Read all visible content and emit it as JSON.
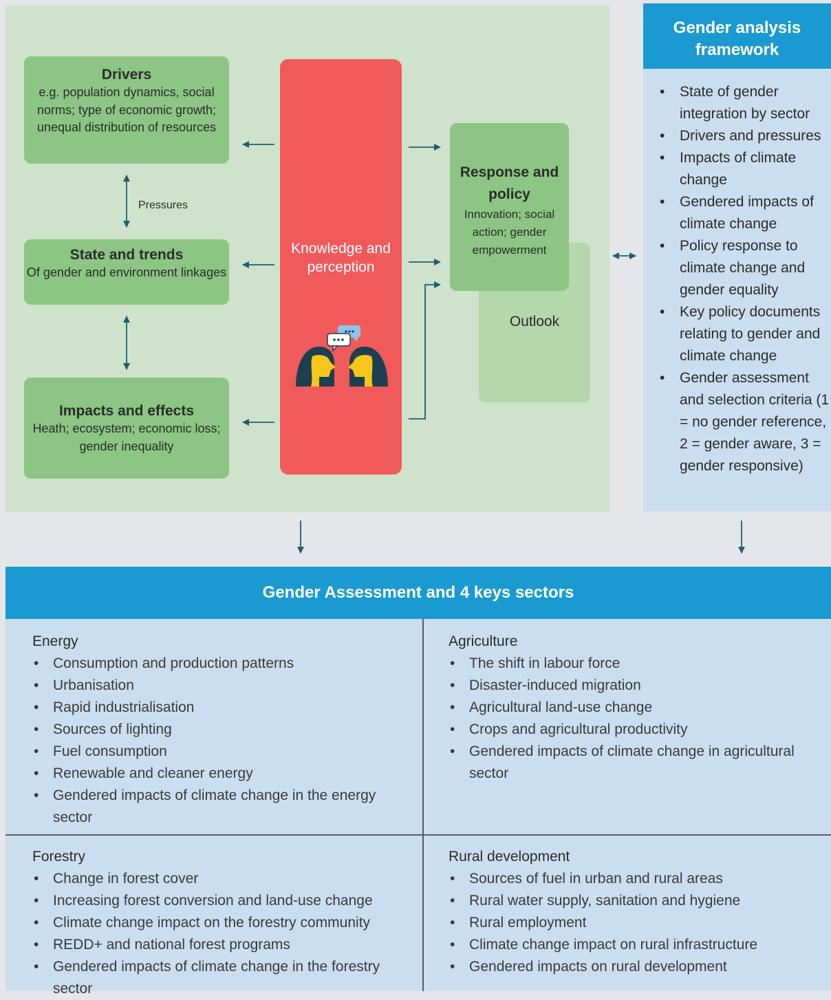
{
  "diagram": {
    "drivers": {
      "title": "Drivers",
      "desc": "e.g. population dynamics, social norms; type of economic growth; unequal distribution of resources"
    },
    "pressures_label": "Pressures",
    "state": {
      "title": "State and trends",
      "desc": "Of gender and environment linkages"
    },
    "impacts": {
      "title": "Impacts and effects",
      "desc": "Heath; ecosystem; economic loss; gender inequality"
    },
    "knowledge": {
      "label": "Knowledge and perception",
      "icon": "people-conversation-icon"
    },
    "response": {
      "title": "Response and policy",
      "desc": "Innovation; social action; gender empowerment"
    },
    "outlook": {
      "label": "Outlook"
    },
    "colors": {
      "panel": "#cfe2cb",
      "box": "#8cc584",
      "knowledge": "#f05a5b",
      "outlook": "#b4d8ac",
      "arrow": "#1d5e73"
    }
  },
  "framework": {
    "title": "Gender analysis framework",
    "items": [
      "State of gender integration by sector",
      "Drivers and pressures",
      "Impacts of climate change",
      "Gendered impacts of climate change",
      "Policy response to climate change and gender equality",
      "Key policy documents relating to gender and climate change",
      "Gender assessment and selection criteria (1 = no gender reference, 2 = gender aware, 3 = gender responsive)"
    ],
    "colors": {
      "header": "#1a9ad1",
      "body": "#cadeef"
    }
  },
  "assessment": {
    "title": "Gender Assessment and 4 keys sectors",
    "sectors": [
      {
        "name": "Energy",
        "items": [
          "Consumption and production patterns",
          "Urbanisation",
          "Rapid industrialisation",
          "Sources of lighting",
          "Fuel consumption",
          "Renewable and cleaner energy",
          "Gendered impacts of climate change in the energy sector"
        ]
      },
      {
        "name": "Agriculture",
        "items": [
          "The shift in labour force",
          "Disaster-induced migration",
          "Agricultural land-use change",
          "Crops and agricultural productivity",
          "Gendered impacts of climate change in agricultural sector"
        ]
      },
      {
        "name": "Forestry",
        "items": [
          "Change in forest cover",
          "Increasing forest conversion and land-use change",
          "Climate change impact on the forestry community",
          "REDD+ and national forest programs",
          "Gendered impacts of climate change in the forestry sector"
        ]
      },
      {
        "name": "Rural development",
        "items": [
          "Sources of fuel in urban and rural areas",
          "Rural water supply, sanitation and hygiene",
          "Rural employment",
          "Climate change impact on rural infrastructure",
          "Gendered impacts on rural development"
        ]
      }
    ]
  }
}
